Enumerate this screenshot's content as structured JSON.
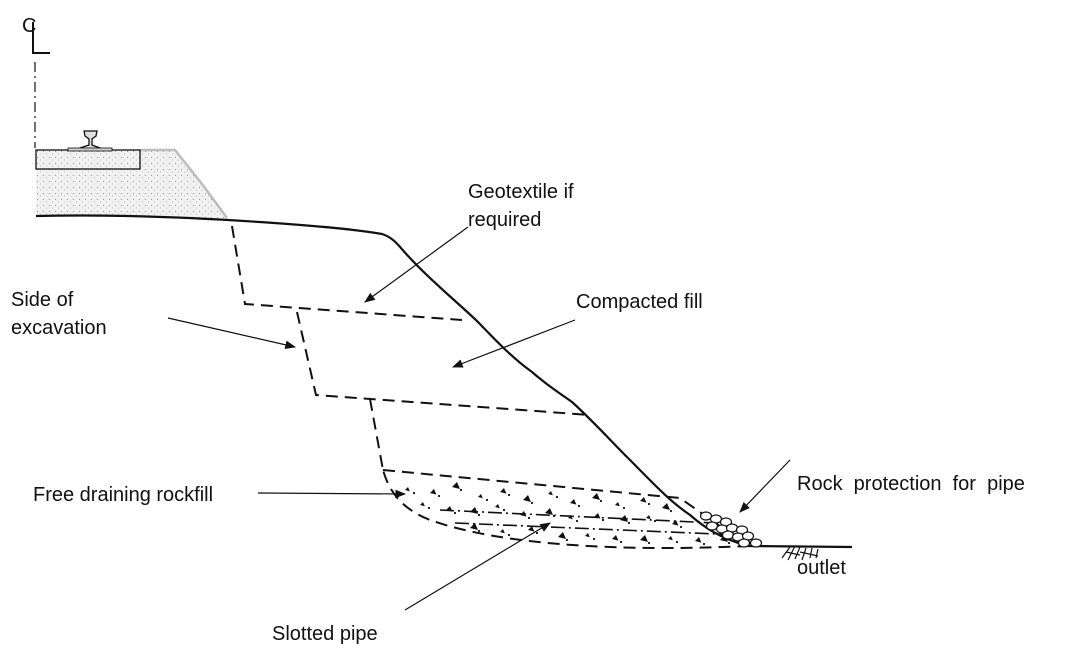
{
  "centerline_symbol": "C",
  "labels": {
    "geotextile": [
      "Geotextile if",
      "required"
    ],
    "side_of_excavation": [
      "Side of",
      "excavation"
    ],
    "compacted_fill": "Compacted fill",
    "rock_protection": [
      "Rock  protection  for  pipe",
      "outlet"
    ],
    "free_draining_rockfill": "Free draining rockfill",
    "slotted_pipe": "Slotted pipe"
  },
  "colors": {
    "line": "#111111",
    "ballast_fill": "#ececec",
    "ballast_edge": "#bdbdbd"
  }
}
